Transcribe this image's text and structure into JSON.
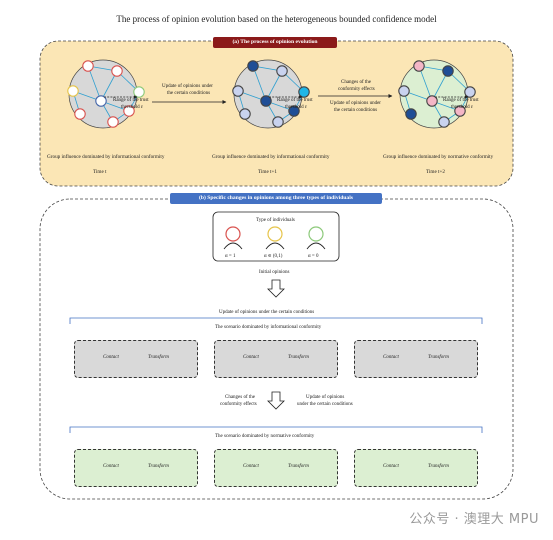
{
  "title": "The process of opinion evolution based on the heterogeneous bounded confidence model",
  "panel_a": {
    "label": "(a)  The process of opinion evolution",
    "label_color": "#8b1a1a",
    "background": "#fbe6b5",
    "trust_text_1": "Range of the trust",
    "trust_text_2": "threshold ε",
    "arrow1_text_1": "Update of opinions under",
    "arrow1_text_2": "the certain conditions",
    "arrow2_text_1": "Changes of the",
    "arrow2_text_2": "conformity effects",
    "arrow2_text_3": "Update of opinions under",
    "arrow2_text_4": "the certain conditions",
    "caption1": "Group influence dominated by informational conformity",
    "caption2": "Group influence dominated by informational conformity",
    "caption3": "Group influence dominated by normative conformity",
    "time1": "Time t",
    "time2": "Time t+1",
    "time3": "Time t+2"
  },
  "panel_b": {
    "label": "(b)  Specific changes in opinions among three types of individuals",
    "label_color": "#4472c4",
    "types_title": "Type of individuals",
    "alpha1": "α = 1",
    "alpha2": "α ∈ (0,1)",
    "alpha3": "α = 0",
    "initial": "Initial opinions",
    "update": "Update of opinions under the certain conditions",
    "scenario_info": "The scenario dominated by informational conformity",
    "changes_1": "Changes of the",
    "changes_2": "conformity effects",
    "update2_1": "Update of opinions",
    "update2_2": "under the certain conditions",
    "scenario_norm": "The scenario dominated by normative conformity",
    "contact": "Contact",
    "transform": "Transform"
  },
  "colors": {
    "red_ring": "#d9534f",
    "yellow_ring": "#e6c44a",
    "green_ring": "#8cc97a",
    "person_fill": "#c9d3ef",
    "dark_blue": "#1f4e96",
    "cyan": "#1fb6e6",
    "pink": "#f4b6c6"
  },
  "watermark": "公众号 · 澳理大 MPU"
}
